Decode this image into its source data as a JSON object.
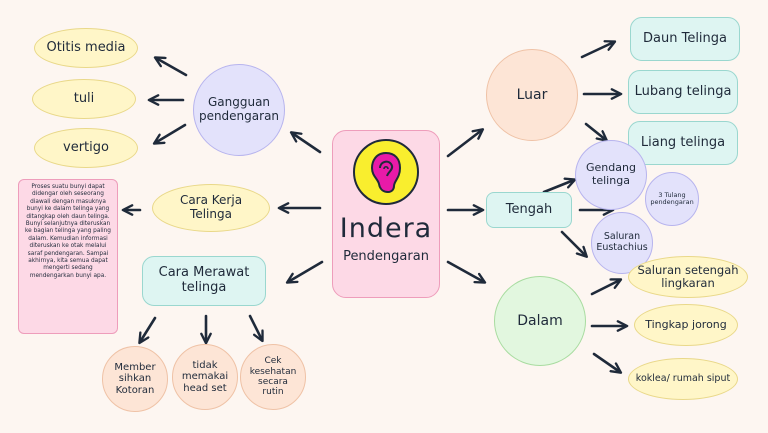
{
  "center": {
    "title": "Indera",
    "subtitle": "Pendengaran"
  },
  "gangguan": {
    "label": "Gangguan pendengaran",
    "items": [
      "Otitis media",
      "tuli",
      "vertigo"
    ]
  },
  "cara_kerja": {
    "label": "Cara Kerja Telinga",
    "description": "Proses suatu bunyi dapat didengar oleh seseorang diawali dengan masuknya bunyi ke dalam telinga yang ditangkap oleh daun telinga. Bunyi selanjutnya diteruskan ke bagian telinga yang paling dalam. Kemudian informasi diteruskan ke otak melalui saraf pendengaran. Sampai akhirnya, kita semua dapat mengerti sedang mendengarkan bunyi apa."
  },
  "cara_merawat": {
    "label": "Cara Merawat telinga",
    "items": [
      "Member sihkan Kotoran",
      "tidak memakai head set",
      "Cek kesehatan secara rutin"
    ]
  },
  "luar": {
    "label": "Luar",
    "items": [
      "Daun Telinga",
      "Lubang telinga",
      "Liang telinga"
    ]
  },
  "tengah": {
    "label": "Tengah",
    "items": [
      "Gendang telinga",
      "3 Tulang pendengaran",
      "Saluran Eustachius"
    ]
  },
  "dalam": {
    "label": "Dalam",
    "items": [
      "Saluran setengah lingkaran",
      "Tingkap jorong",
      "koklea/ rumah siput"
    ]
  },
  "colors": {
    "yellow": "#fff6c8",
    "lavender": "#e3e2fb",
    "peach": "#fde5d6",
    "mint": "#def5f2",
    "green": "#e2f7df",
    "pink": "#fdd9e6",
    "ink": "#1f2a3a",
    "ear": "#e81aa8"
  },
  "icons": {
    "center": "ear-icon"
  }
}
